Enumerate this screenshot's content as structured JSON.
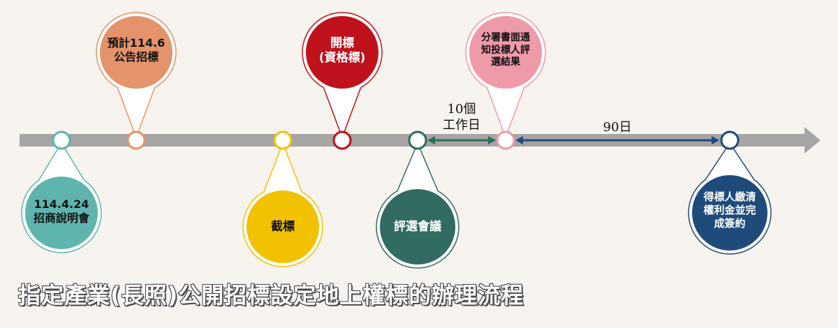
{
  "title": "指定產業(長照)公開招標設定地上權標的辦理流程",
  "milestones": [
    {
      "id": "m1",
      "label": "114.4.24\n招商說明會",
      "color": "#5fb5ad",
      "border": "#5fb5ad",
      "text_color": "#111111"
    },
    {
      "id": "m2",
      "label": "預計114.6\n公告招標",
      "color": "#e4936b",
      "border": "#e4936b",
      "text_color": "#111111"
    },
    {
      "id": "m3",
      "label": "截標",
      "color": "#f2c200",
      "border": "#f2c200",
      "text_color": "#111111"
    },
    {
      "id": "m4",
      "label": "開標\n(資格標)",
      "color": "#c0121c",
      "border": "#c0121c",
      "text_color": "#ffffff"
    },
    {
      "id": "m5",
      "label": "評選會議",
      "color": "#316b62",
      "border": "#316b62",
      "text_color": "#ffffff"
    },
    {
      "id": "m6",
      "label": "分署書面通\n知投標人評\n選結果",
      "color": "#ef9aa9",
      "border": "#ef9aa9",
      "text_color": "#111111"
    },
    {
      "id": "m7",
      "label": "得標人繳清\n權利金並完\n成簽約",
      "color": "#1f4b7a",
      "border": "#1f4b7a",
      "text_color": "#ffffff"
    }
  ],
  "durations": [
    {
      "id": "d1",
      "label": "10個\n工作日",
      "color": "#2e6b5e"
    },
    {
      "id": "d2",
      "label": "90日",
      "color": "#1f4b7a"
    }
  ],
  "colors": {
    "timeline": "#a7a4a4",
    "background": "#f7f3ee"
  }
}
